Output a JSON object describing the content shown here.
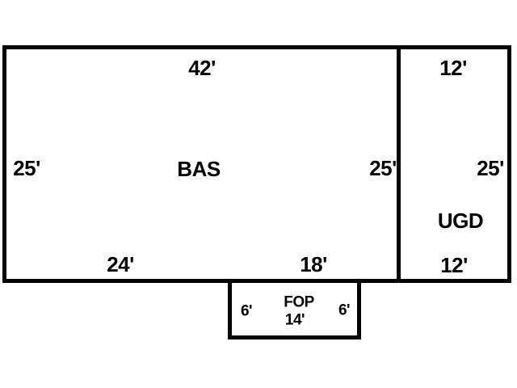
{
  "diagram": {
    "type": "floorplan-sketch",
    "background_color": "#ffffff",
    "line_color": "#000000",
    "areas": [
      {
        "id": "bas",
        "label": "BAS",
        "dimensions": {
          "top": "42'",
          "left": "25'",
          "right": "25'",
          "bottom_left": "24'",
          "bottom_right": "18'"
        }
      },
      {
        "id": "ugd",
        "label": "UGD",
        "dimensions": {
          "top": "12'",
          "right": "25'",
          "bottom": "12'"
        }
      },
      {
        "id": "fop",
        "label": "FOP",
        "dimensions": {
          "left": "6'",
          "right": "6'",
          "bottom": "14'"
        }
      }
    ]
  }
}
